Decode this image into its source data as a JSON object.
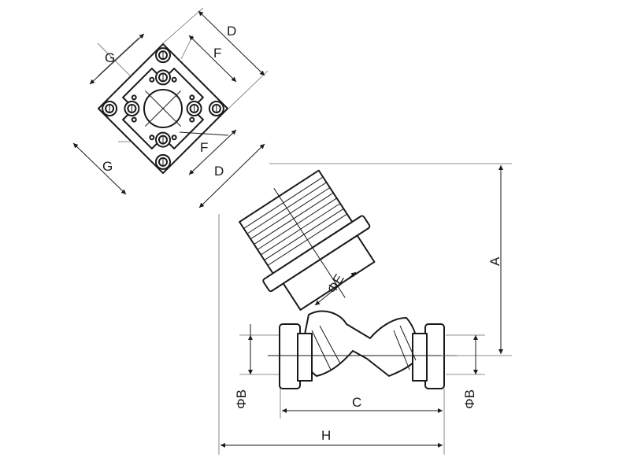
{
  "dimensions": {
    "A": "A",
    "B_left": "ΦB",
    "B_right": "ΦB",
    "C": "C",
    "H": "H",
    "E": "ΦE",
    "D_top": "D",
    "D_bottom": "D",
    "F_top": "F",
    "F_bottom": "F",
    "G_top": "G",
    "G_bottom": "G"
  },
  "colors": {
    "line": "#1a1a1a",
    "extension": "#6a6a6a",
    "background": "#ffffff"
  }
}
